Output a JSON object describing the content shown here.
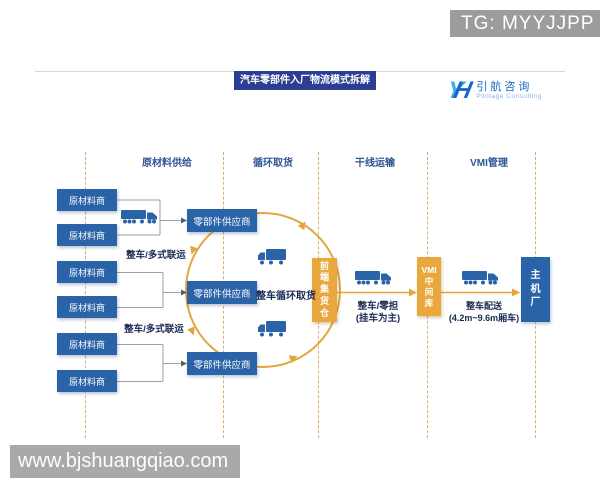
{
  "badge": {
    "text": "TG: MYYJJPP"
  },
  "footer": {
    "url": "www.bjshuangqiao.com"
  },
  "header": {
    "title": "汽车零部件入厂物流模式拆解",
    "logo": {
      "mark_left": "Y",
      "mark_right": "H",
      "name_cn": "引航咨询",
      "name_en": "Pilotage Consulting"
    }
  },
  "columns": {
    "c1": "原材料供给",
    "c2": "循环取货",
    "c3": "干线运输",
    "c4": "VMI管理"
  },
  "raw_suppliers": [
    "原材料商",
    "原材料商",
    "原材料商",
    "原材料商",
    "原材料商",
    "原材料商"
  ],
  "parts_suppliers": [
    "零部件供应商",
    "零部件供应商",
    "零部件供应商"
  ],
  "flow_labels": {
    "multimodal_top": "整车/多式联运",
    "multimodal_bottom": "整车/多式联运",
    "milkrun": "整车循环取货",
    "trunk": "整车/零担\n(挂车为主)",
    "delivery": "整车配送\n(4.2m~9.6m厢车)"
  },
  "nodes": {
    "front_warehouse": "前\n端\n集\n货\n仓",
    "vmi_store": "VMI\n中\n间\n库",
    "oem": "主\n机\n厂"
  },
  "icons": {
    "truck_semi": "semi-truck-icon",
    "truck_box": "box-truck-icon"
  },
  "colors": {
    "primary_blue": "#2a63a8",
    "title_navy": "#2c3e93",
    "accent_orange": "#e8a83e",
    "arrow_orange": "#e3a53f",
    "label_navy": "#1b2a55",
    "dash_tan": "#ddad6e",
    "watermark_gray": "#9c9c9c"
  }
}
